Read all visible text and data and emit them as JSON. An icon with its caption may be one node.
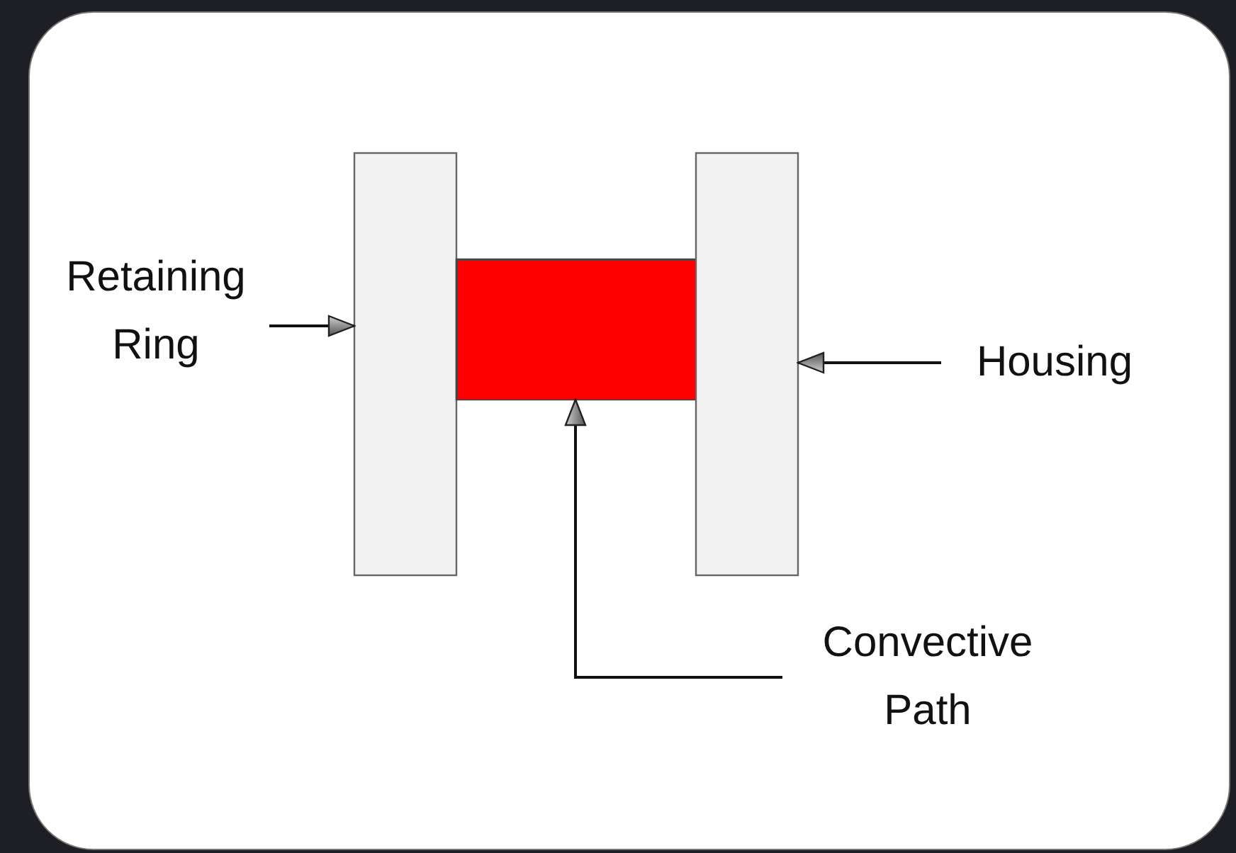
{
  "diagram": {
    "nodes": [
      {
        "text": [
          "Retaining Ring"
        ]
      },
      {
        "text": [],
        "shape": "bar"
      },
      {
        "text": [],
        "shape": "box"
      },
      {
        "text": [],
        "shape": "bar"
      },
      {
        "text": [
          "Housing"
        ]
      },
      {
        "text": [
          "Convective Path"
        ]
      }
    ],
    "edges": [
      {
        "from": 0,
        "to": 1,
        "arrow": "to"
      },
      {
        "from": 4,
        "to": 3,
        "arrow": "to"
      },
      {
        "from": 5,
        "to": 2,
        "arrow": "to"
      }
    ]
  }
}
